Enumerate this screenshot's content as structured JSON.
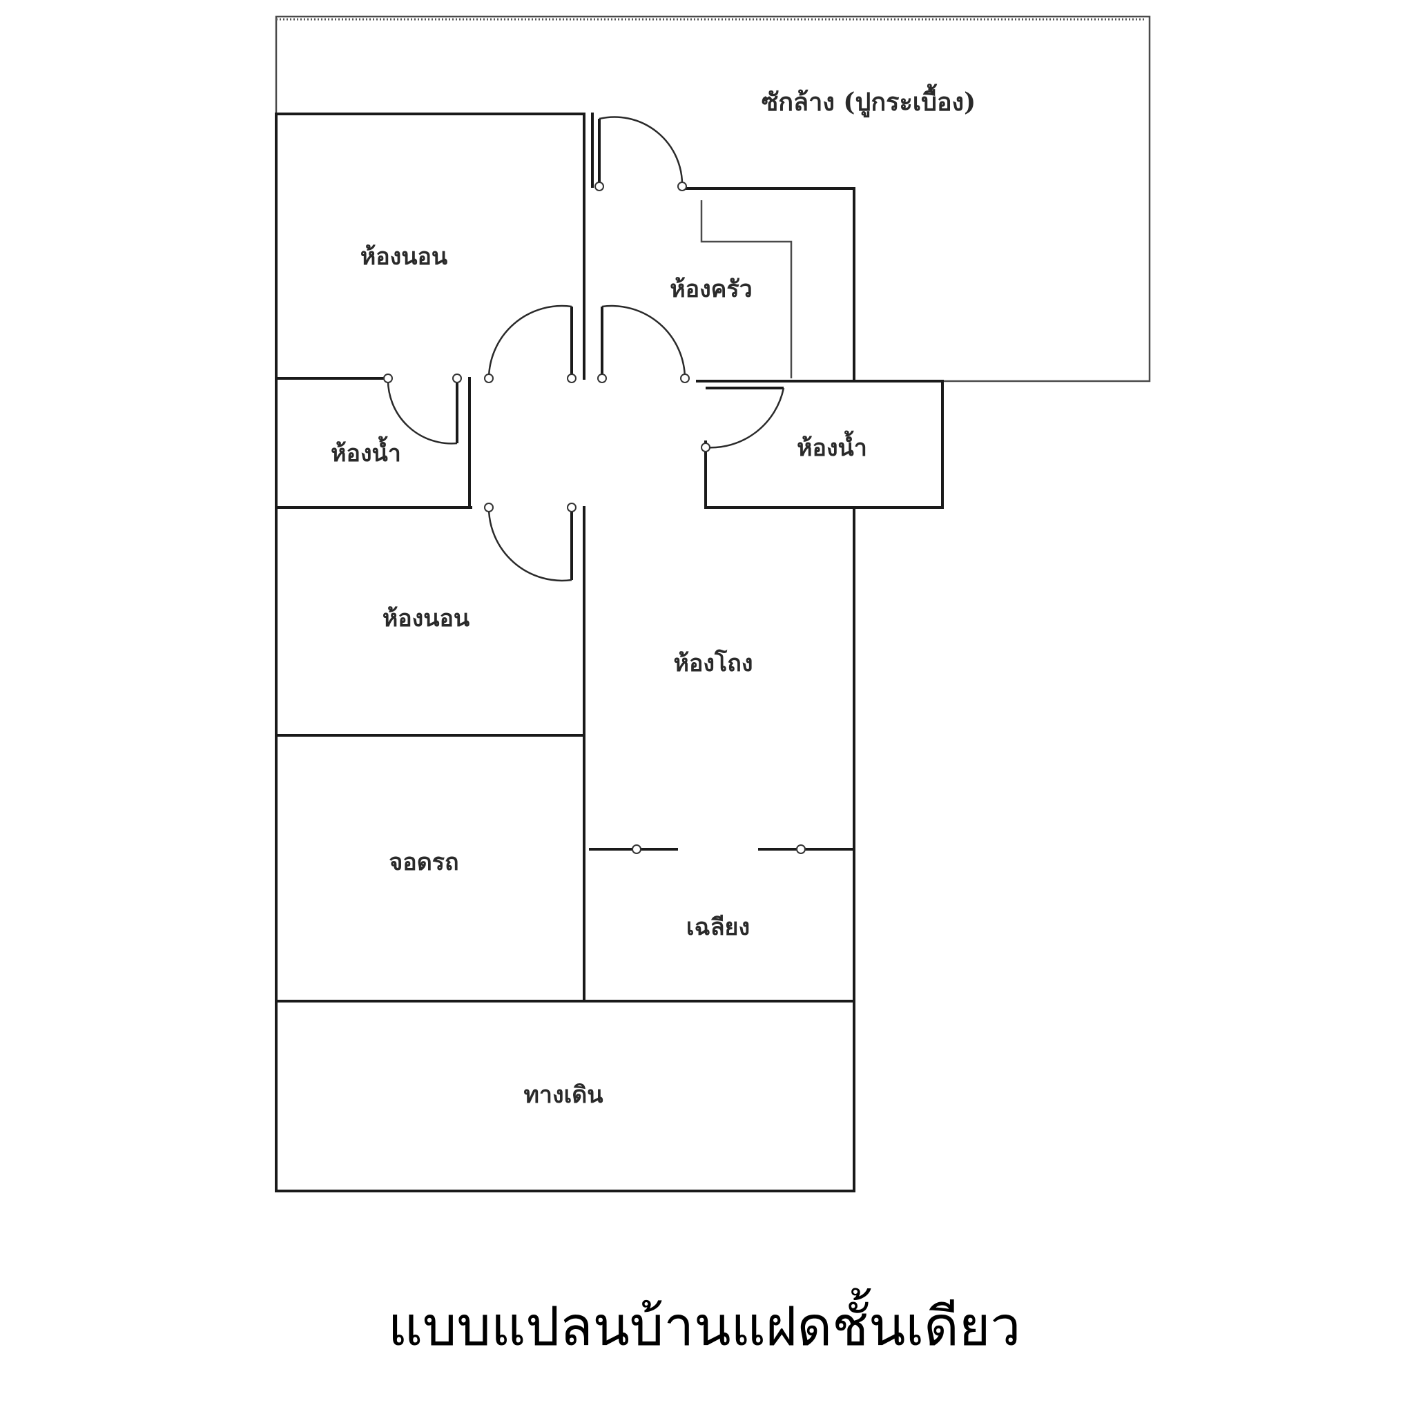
{
  "title": "แบบแปลนบ้านแฝดชั้นเดียว",
  "rooms": {
    "laundry": "ซักล้าง (ปูกระเบื้อง)",
    "bedroom_1": "ห้องนอน",
    "kitchen": "ห้องครัว",
    "bathroom_left": "ห้องน้ำ",
    "bathroom_right": "ห้องน้ำ",
    "bedroom_2": "ห้องนอน",
    "hall": "ห้องโถง",
    "carport": "จอดรถ",
    "porch": "เฉลียง",
    "walkway": "ทางเดิน"
  }
}
